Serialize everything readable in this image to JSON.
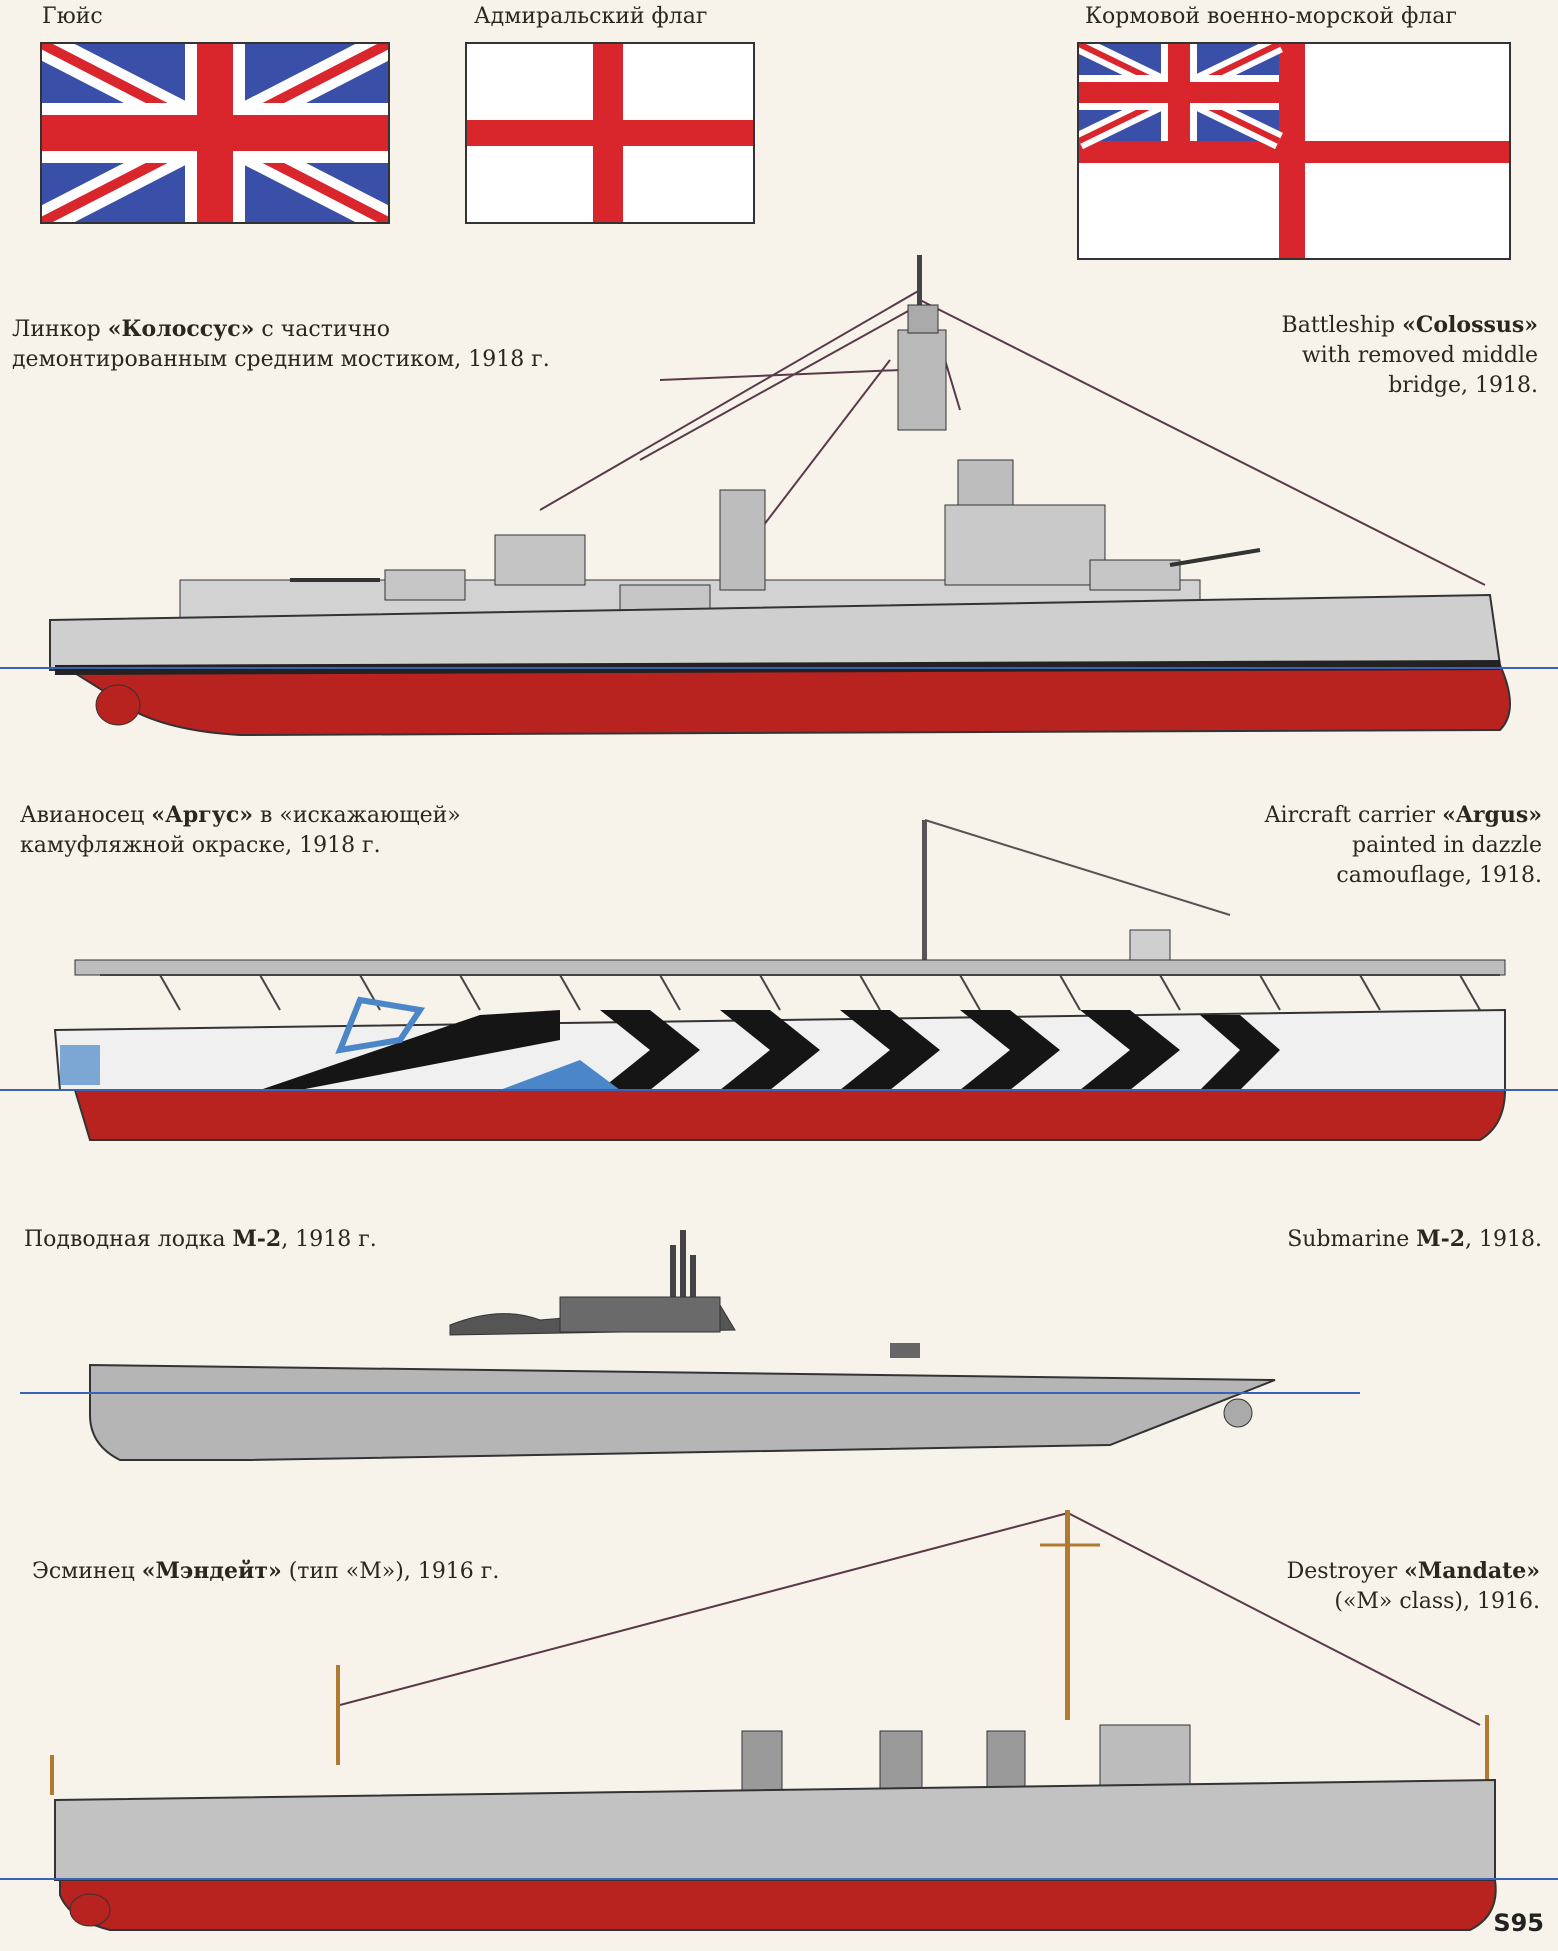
{
  "flags": [
    {
      "caption": "Гюйс",
      "name": "union-jack"
    },
    {
      "caption": "Адмиральский флаг",
      "name": "st-george-cross"
    },
    {
      "caption": "Кормовой военно-морской флаг",
      "name": "white-ensign"
    }
  ],
  "colors": {
    "flag_blue": "#3a4fa8",
    "flag_red": "#d8262c",
    "hull_red": "#b8231f",
    "hull_grey": "#c8c8c8",
    "waterline_blue": "#3a63b8",
    "dazzle_black": "#151515",
    "dazzle_blue": "#4a86c8"
  },
  "ships": [
    {
      "name": "battleship-colossus",
      "ru_prefix": "Линкор ",
      "ru_name": "«Колоссус»",
      "ru_suffix": " с частично",
      "ru_line2": "демонтированным средним мостиком, 1918 г.",
      "en_prefix": "Battleship ",
      "en_name": "«Colossus»",
      "en_line2": "with removed middle",
      "en_line3": "bridge, 1918."
    },
    {
      "name": "aircraft-carrier-argus",
      "ru_prefix": "Авианосец ",
      "ru_name": "«Аргус»",
      "ru_suffix": " в «искажающей»",
      "ru_line2": "камуфляжной окраске, 1918 г.",
      "en_prefix": "Aircraft carrier ",
      "en_name": "«Argus»",
      "en_line2": "painted in dazzle",
      "en_line3": "camouflage, 1918."
    },
    {
      "name": "submarine-m2",
      "ru_prefix": "Подводная лодка ",
      "ru_name": "М-2",
      "ru_suffix": ", 1918 г.",
      "en_prefix": "Submarine ",
      "en_name": "M-2",
      "en_suffix": ", 1918."
    },
    {
      "name": "destroyer-mandate",
      "ru_prefix": "Эсминец ",
      "ru_name": "«Мэндейт»",
      "ru_suffix": "  (тип «М»), 1916 г.",
      "en_prefix": "Destroyer ",
      "en_name": "«Mandate»",
      "en_line2": "(«M» class), 1916."
    }
  ],
  "page_number": "S95"
}
